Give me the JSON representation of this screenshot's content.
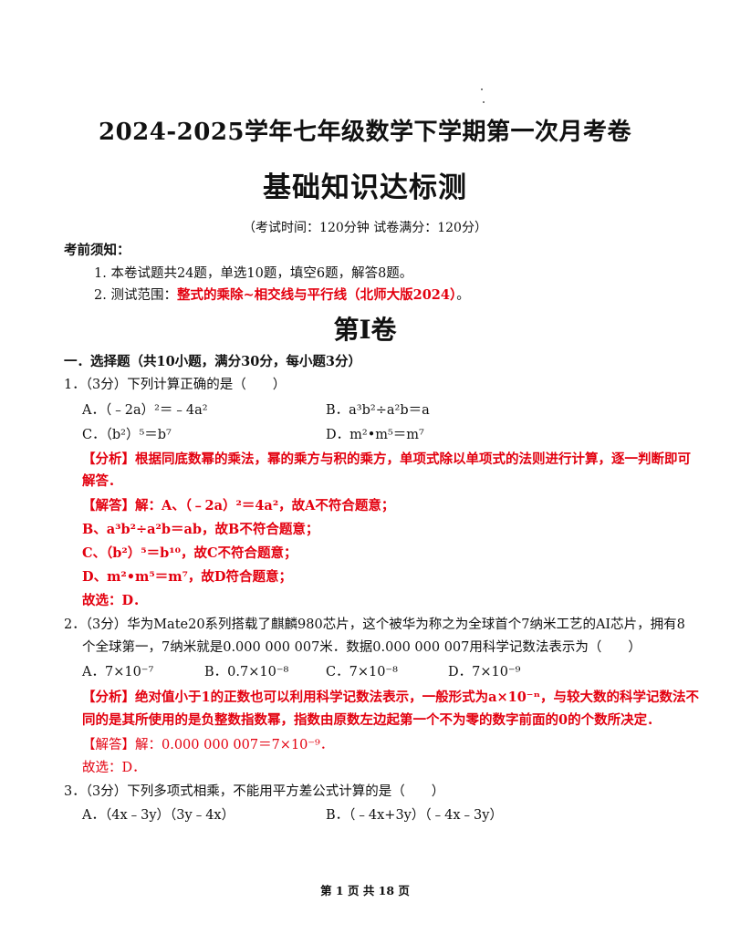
{
  "header": {
    "title": "2024-2025学年七年级数学下学期第一次月考卷",
    "subtitle": "基础知识达标测",
    "exam_info": "（考试时间：120分钟   试卷满分：120分）"
  },
  "notice": {
    "heading": "考前须知：",
    "item1": "1. 本卷试题共24题，单选10题，填空6题，解答8题。",
    "item2_prefix": "2. 测试范围：",
    "item2_range": "整式的乘除~相交线与平行线（北师大版2024）",
    "item2_suffix": "。"
  },
  "volume": "第Ⅰ卷",
  "section1": {
    "heading": "一．选择题（共10小题，满分30分，每小题3分）"
  },
  "q1": {
    "stem": "1．（3分）下列计算正确的是（　　）",
    "opt_a": "A．（﹣2a）²＝﹣4a²",
    "opt_b": "B．a³b²÷a²b＝a",
    "opt_c": "C．（b²）⁵＝b⁷",
    "opt_d": "D．m²•m⁵＝m⁷",
    "analysis_1": "【分析】根据同底数幂的乘法，幂的乘方与积的乘方，单项式除以单项式的法则进行计算，逐一判断即可",
    "analysis_2": "解答．",
    "sol_a": "【解答】解：A、（﹣2a）²＝4a²，故A不符合题意；",
    "sol_b": "B、a³b²÷a²b＝ab，故B不符合题意；",
    "sol_c": "C、（b²）⁵＝b¹⁰，故C不符合题意；",
    "sol_d": "D、m²•m⁵＝m⁷，故D符合题意；",
    "answer": "故选：D．"
  },
  "q2": {
    "stem_1": "2．（3分）华为Mate20系列搭载了麒麟980芯片，这个被华为称之为全球首个7纳米工艺的AI芯片，拥有8",
    "stem_2": "个全球第一，7纳米就是0.000 000 007米．数据0.000 000 007用科学记数法表示为（　　）",
    "opt_a": "A．7×10⁻⁷",
    "opt_b": "B．0.7×10⁻⁸",
    "opt_c": "C．7×10⁻⁸",
    "opt_d": "D．7×10⁻⁹",
    "analysis_1": "【分析】绝对值小于1的正数也可以利用科学记数法表示，一般形式为a×10⁻ⁿ，与较大数的科学记数法不",
    "analysis_2": "同的是其所使用的是负整数指数幂，指数由原数左边起第一个不为零的数字前面的0的个数所决定．",
    "solution": "【解答】解：0.000 000 007＝7×10⁻⁹．",
    "answer": "故选：D．"
  },
  "q3": {
    "stem": "3．（3分）下列多项式相乘，不能用平方差公式计算的是（　　）",
    "opt_a": "A．（4x﹣3y）（3y﹣4x）",
    "opt_b": "B．（﹣4x+3y）（﹣4x﹣3y）"
  },
  "footer": "第 1 页 共 18 页"
}
